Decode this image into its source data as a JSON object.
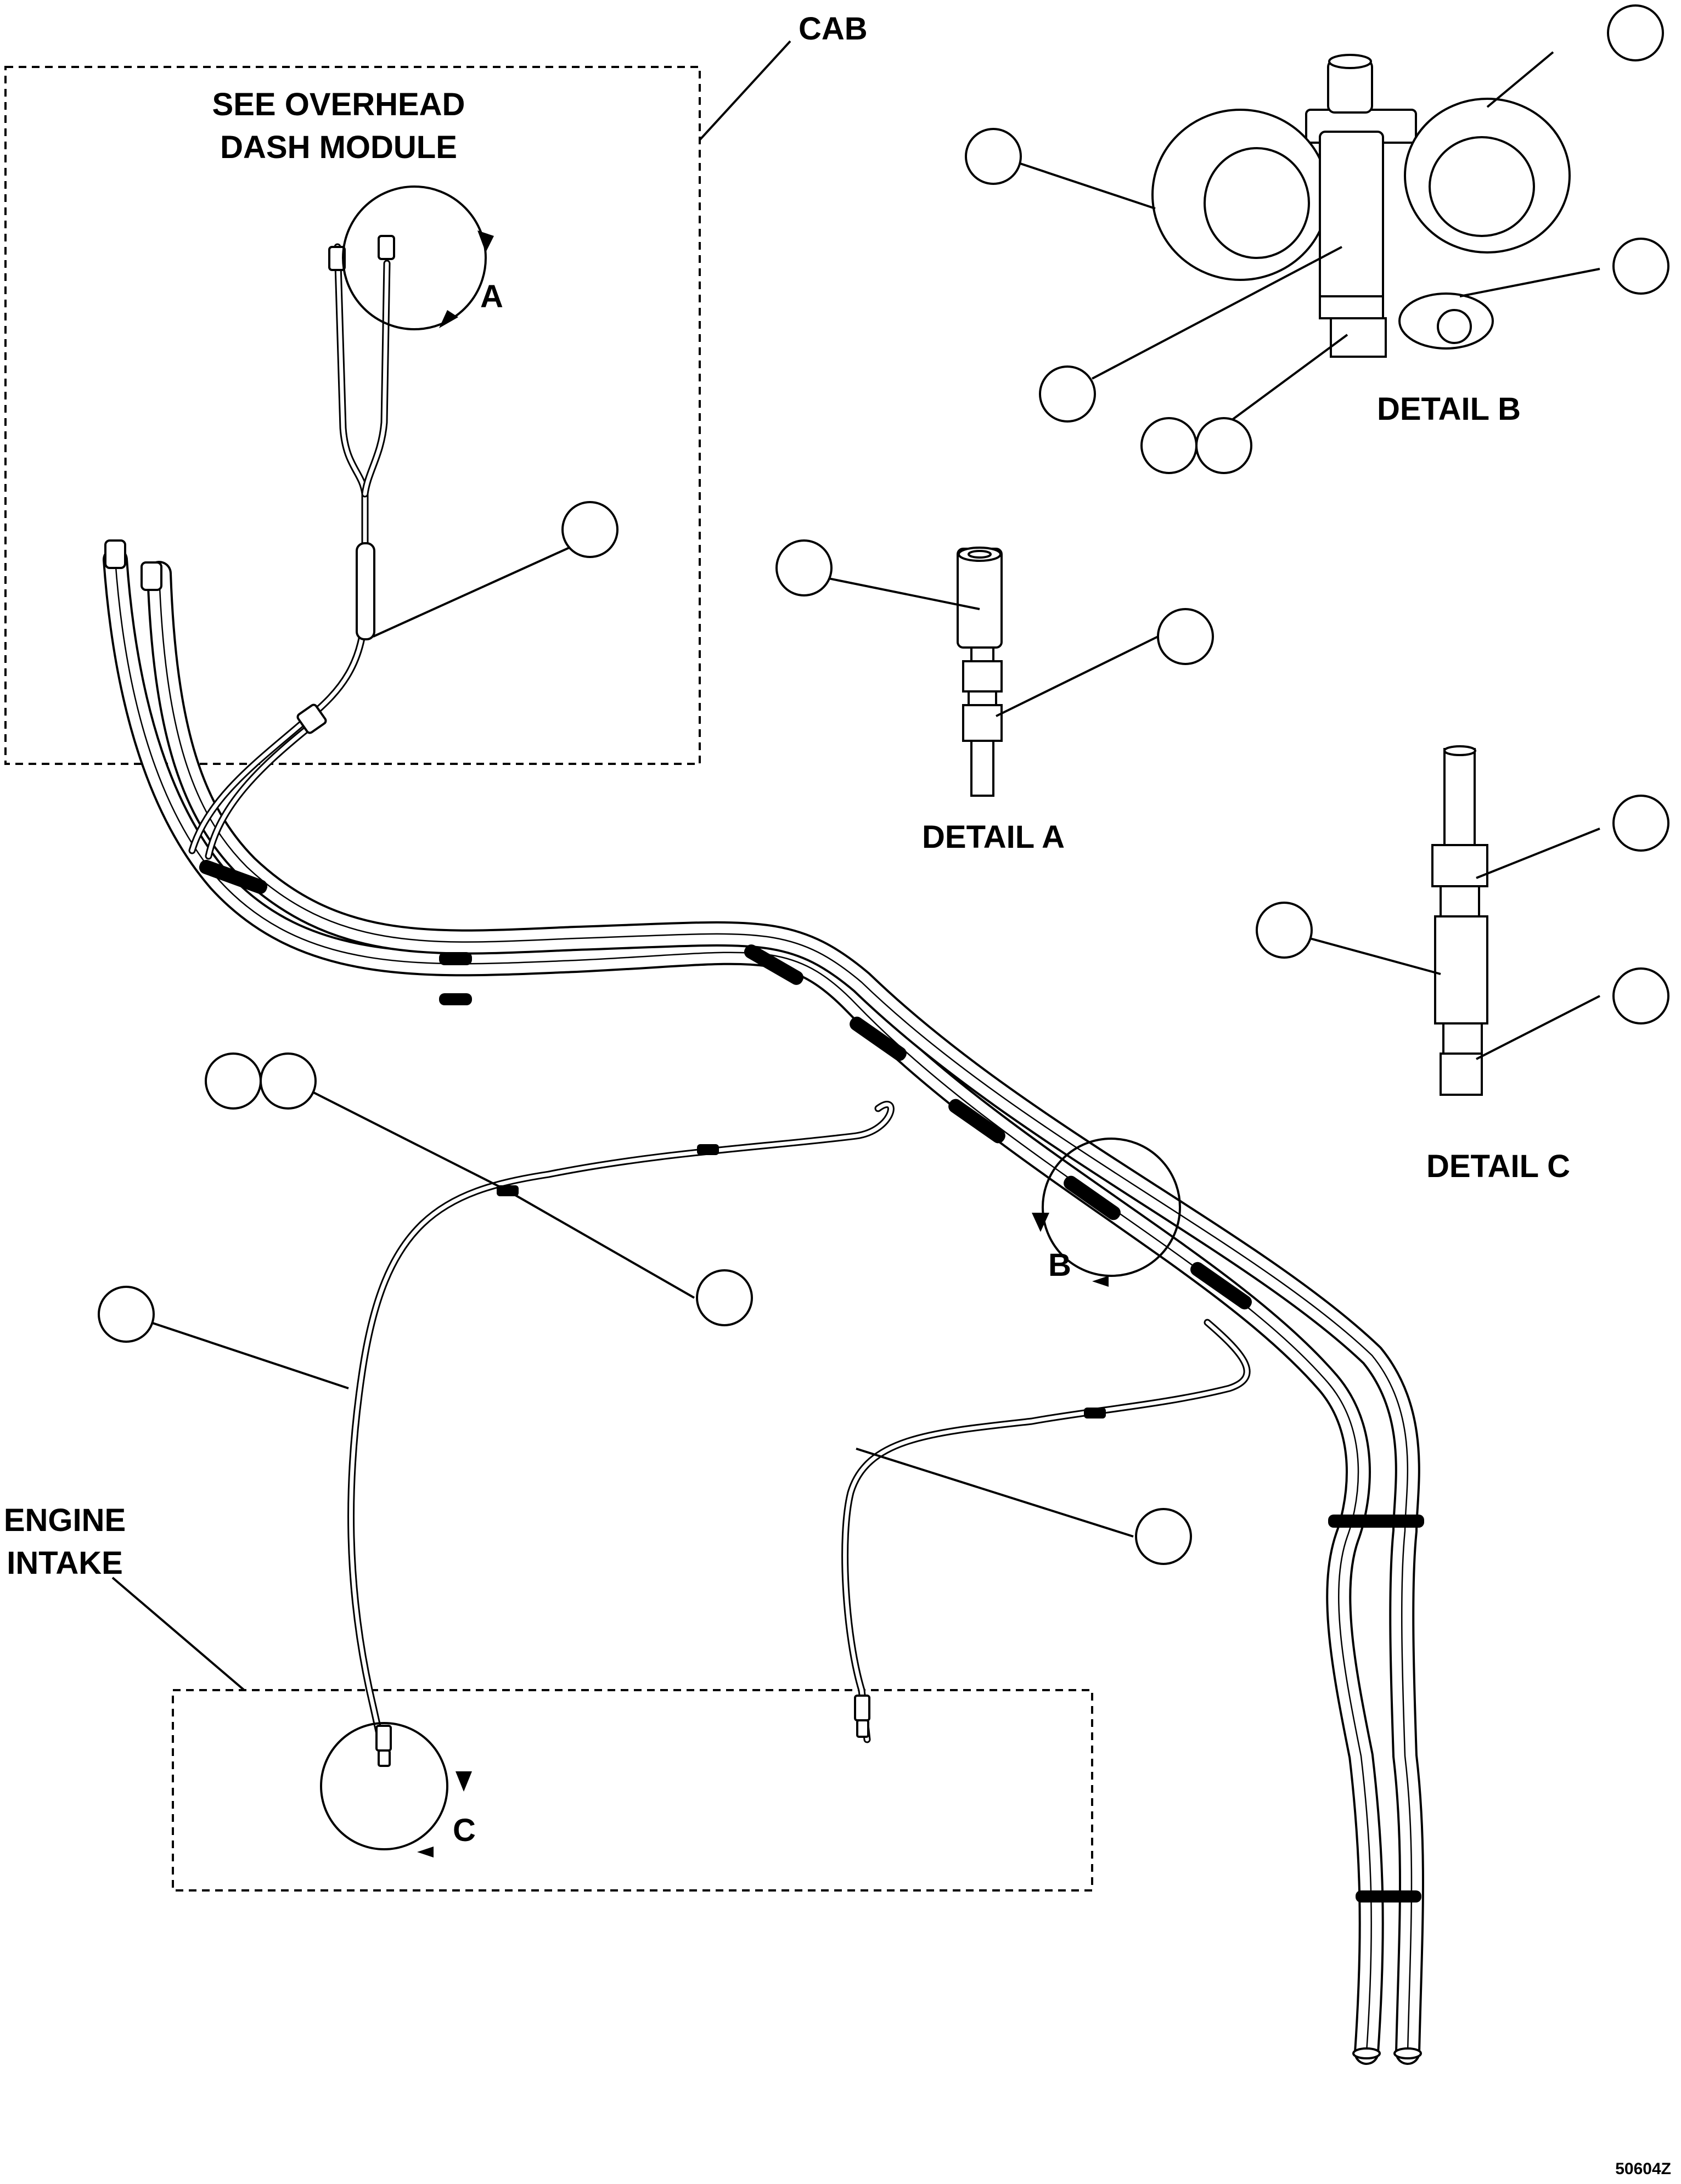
{
  "labels": {
    "cab": "CAB",
    "see_overhead": "SEE OVERHEAD",
    "dash_module": "DASH MODULE",
    "engine": "ENGINE",
    "intake": "INTAKE",
    "detail_a": "DETAIL A",
    "detail_b": "DETAIL B",
    "detail_c": "DETAIL C",
    "callout_a": "A",
    "callout_b": "B",
    "callout_c": "C",
    "drawing_number": "50604Z"
  },
  "balloons": [
    {
      "id": "cab-harness",
      "text": ""
    },
    {
      "id": "detail-a-fitting",
      "text": ""
    },
    {
      "id": "detail-a-nut",
      "text": ""
    },
    {
      "id": "detail-b-clamp-right",
      "text": ""
    },
    {
      "id": "detail-b-clamp-left",
      "text": ""
    },
    {
      "id": "detail-b-small-clamp",
      "text": ""
    },
    {
      "id": "detail-b-stud",
      "text": ""
    },
    {
      "id": "detail-b-nut-1",
      "text": ""
    },
    {
      "id": "detail-b-nut-2",
      "text": ""
    },
    {
      "id": "detail-c-nut",
      "text": ""
    },
    {
      "id": "detail-c-body",
      "text": ""
    },
    {
      "id": "detail-c-fitting",
      "text": ""
    },
    {
      "id": "tube-clip-1",
      "text": ""
    },
    {
      "id": "tube-clip-2",
      "text": ""
    },
    {
      "id": "tube-clip-3",
      "text": ""
    },
    {
      "id": "engine-line",
      "text": ""
    },
    {
      "id": "right-line",
      "text": ""
    }
  ]
}
